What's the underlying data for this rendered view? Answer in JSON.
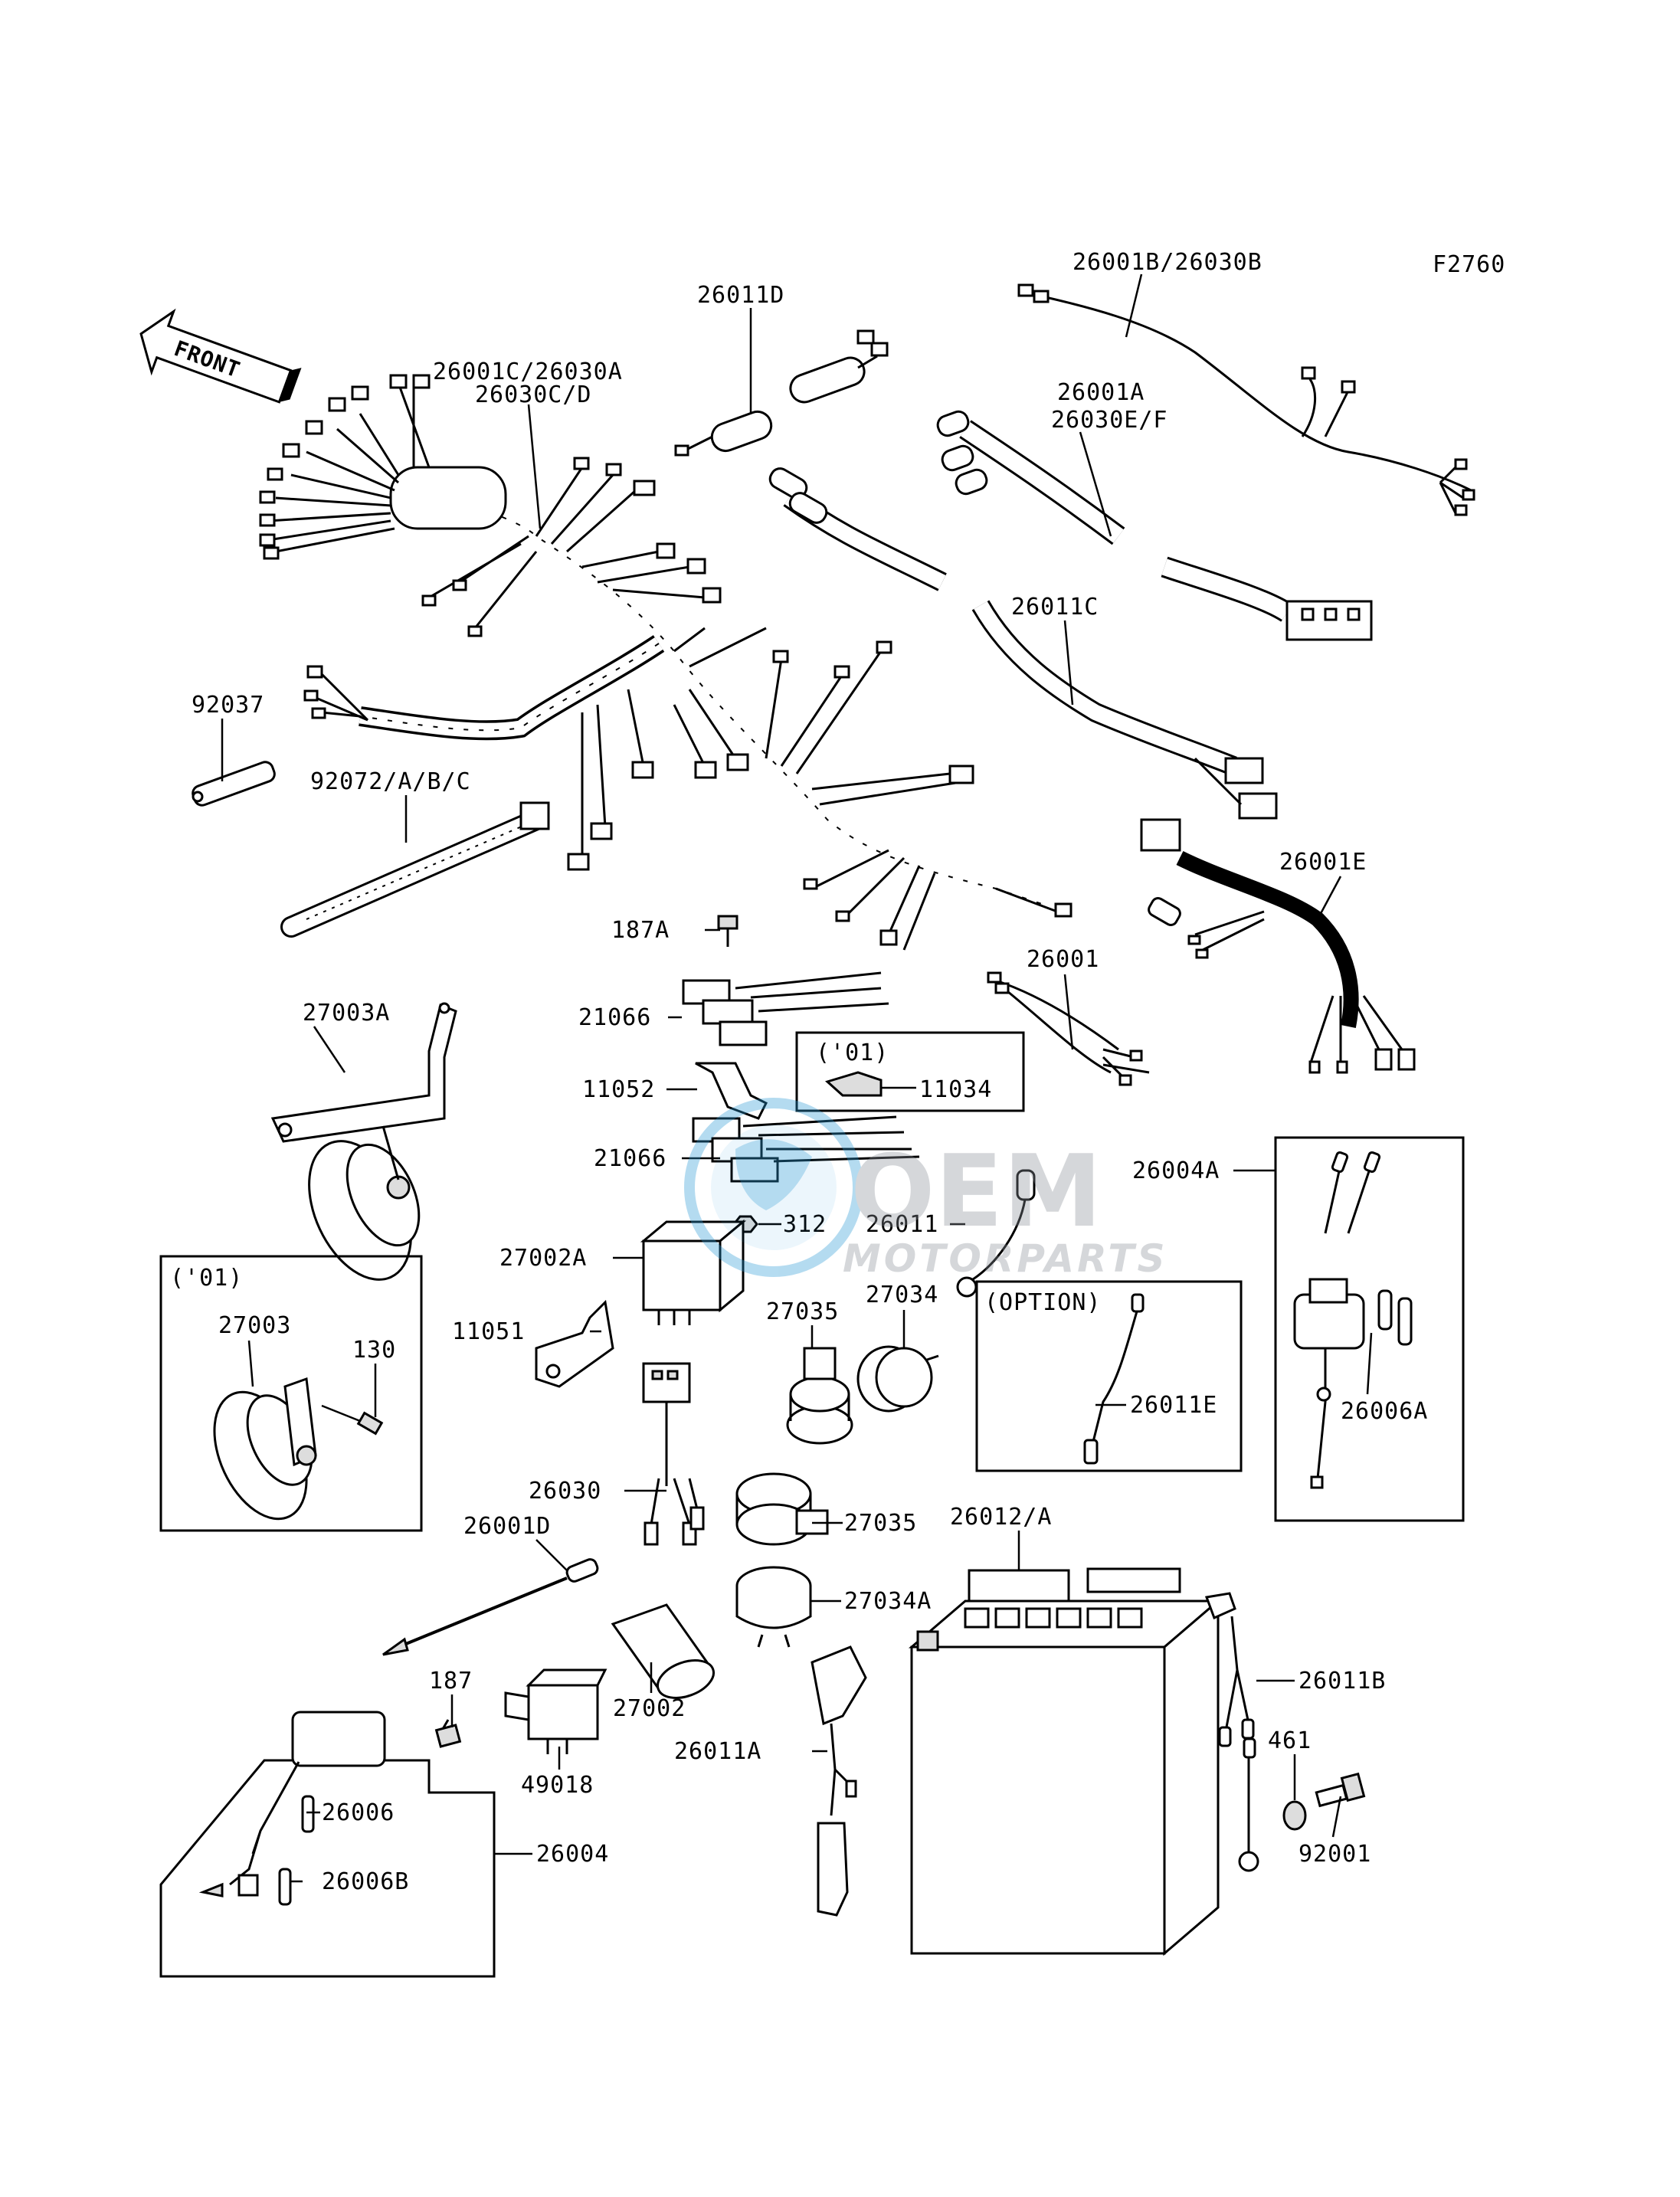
{
  "figure_code": "F2760",
  "front_label": "FRONT",
  "watermark": {
    "main": "OEM",
    "sub": "MOTORPARTS"
  },
  "group_labels": {
    "year_01_a": "('01)",
    "year_01_b": "('01)",
    "option": "(OPTION)"
  },
  "callouts": {
    "c26001B_26030B": "26001B/26030B",
    "c26011D": "26011D",
    "c26001C_26030A": "26001C/26030A",
    "c26030CD": "26030C/D",
    "c26001A": "26001A",
    "c26030EF": "26030E/F",
    "c26011C": "26011C",
    "c92037": "92037",
    "c92072": "92072/A/B/C",
    "c26001E": "26001E",
    "c187A": "187A",
    "c26001": "26001",
    "c27003A": "27003A",
    "c21066a": "21066",
    "c11034": "11034",
    "c11052": "11052",
    "c21066b": "21066",
    "c26004A": "26004A",
    "c312": "312",
    "c26011": "26011",
    "c27002A": "27002A",
    "c27003": "27003",
    "c27034": "27034",
    "c130": "130",
    "c27035a": "27035",
    "c11051": "11051",
    "c26011E": "26011E",
    "c26006A": "26006A",
    "c26030": "26030",
    "c26001D": "26001D",
    "c27035b": "27035",
    "c26012A": "26012/A",
    "c27034A": "27034A",
    "c187": "187",
    "c26011B": "26011B",
    "c27002": "27002",
    "c26011A": "26011A",
    "c461": "461",
    "c49018": "49018",
    "c26006": "26006",
    "c26004": "26004",
    "c92001": "92001",
    "c26006B": "26006B"
  }
}
